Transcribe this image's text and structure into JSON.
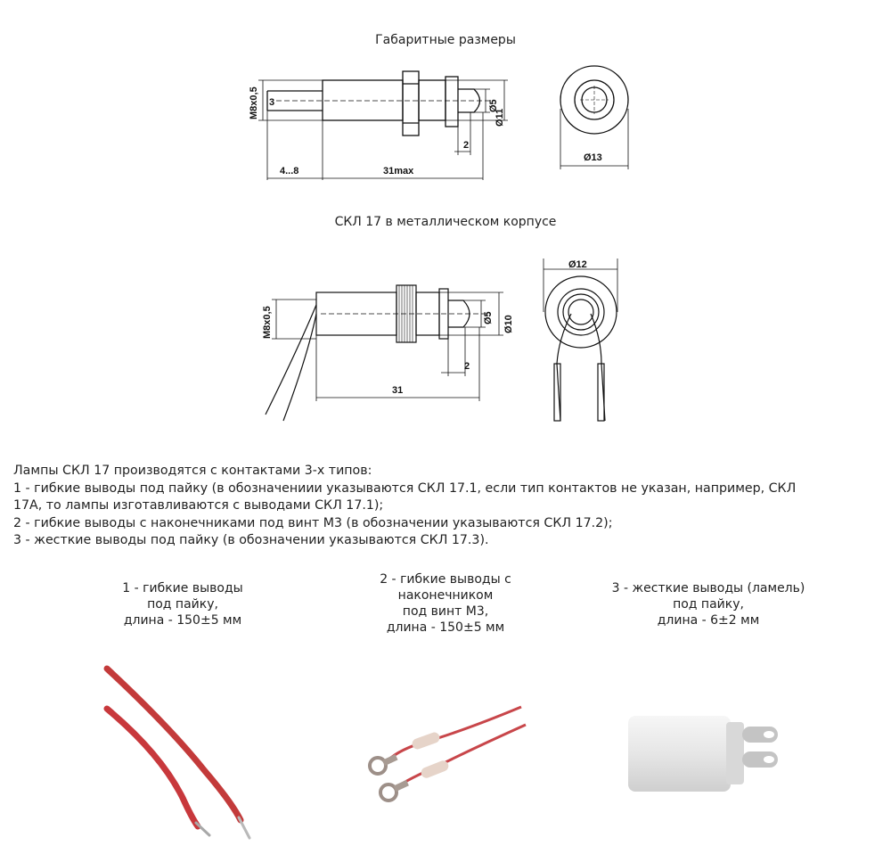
{
  "section1": {
    "title": "Габаритные размеры"
  },
  "drawing1": {
    "thread": "М8х0,5",
    "pin": "3",
    "d_small": "Ø5",
    "d_mid": "Ø11",
    "d_front": "Ø13",
    "len_lead": "4...8",
    "len_total": "31max",
    "cap": "2"
  },
  "section2": {
    "title": "СКЛ 17 в металлическом корпусе"
  },
  "drawing2": {
    "thread": "М8х0,5",
    "d_small": "Ø5",
    "d_mid": "Ø10",
    "d_front": "Ø12",
    "len_total": "31",
    "cap": "2"
  },
  "description": {
    "lines": [
      "Лампы СКЛ 17 производятся с контактами 3-х типов:",
      "1 - гибкие выводы под пайку (в обозначениии указываются СКЛ 17.1, если тип контактов не указан, например, СКЛ",
      "17А, то лампы изготавливаются с выводами СКЛ 17.1);",
      "2 - гибкие выводы с наконечниками под винт М3 (в обозначении указываются СКЛ 17.2);",
      "3 - жесткие выводы под пайку (в обозначении указываются СКЛ 17.3)."
    ]
  },
  "types": [
    {
      "lines": [
        "1 - гибкие выводы",
        "под пайку,",
        "длина - 150±5 мм"
      ]
    },
    {
      "lines": [
        "2 - гибкие выводы с",
        "наконечником",
        "под винт М3,",
        "длина - 150±5 мм"
      ]
    },
    {
      "lines": [
        "3 - жесткие выводы (ламель)",
        "под пайку,",
        "длина - 6±2 мм"
      ]
    }
  ]
}
